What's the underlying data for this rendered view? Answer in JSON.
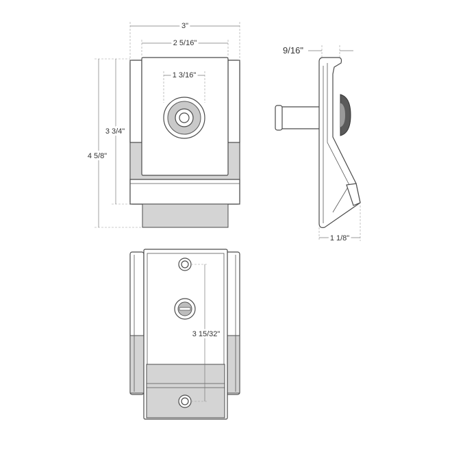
{
  "dimensions": {
    "front_total_width": "3\"",
    "front_plate_width": "2  5/16\"",
    "front_hole_spacing": "1  3/16\"",
    "front_plate_height": "3 3/4\"",
    "front_total_height": "4 5/8\"",
    "side_depth": "9/16\"",
    "side_projection": "1 1/8\"",
    "back_hole_distance": "3 15/32\""
  }
}
